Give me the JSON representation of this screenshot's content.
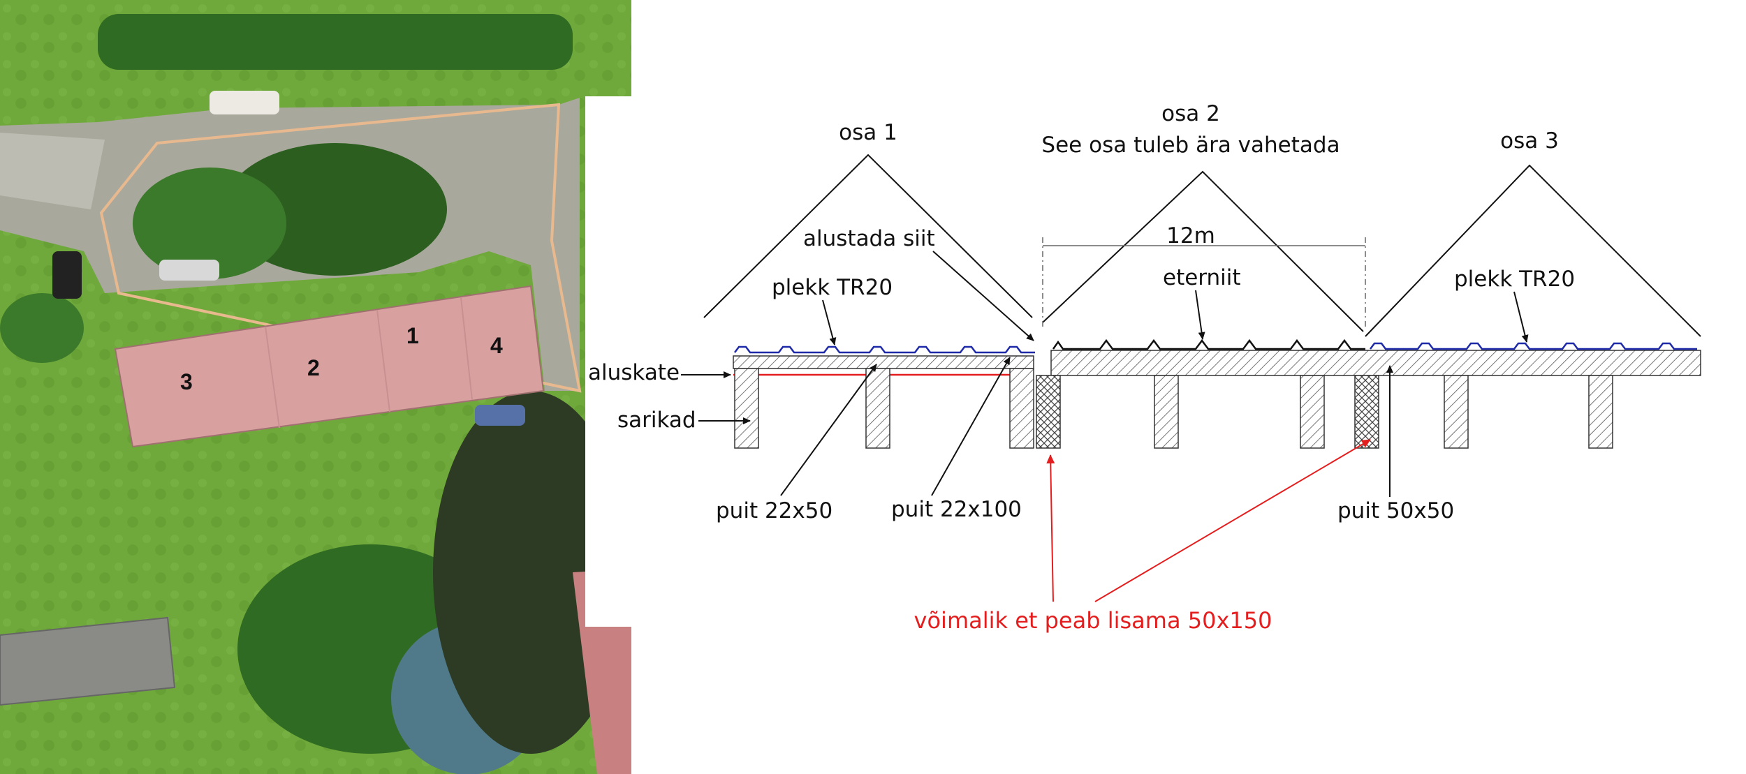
{
  "aerial": {
    "building_numbers": [
      "3",
      "2",
      "1",
      "4"
    ],
    "colors": {
      "grass": "#6ea83a",
      "roof": "#d9a0a0",
      "path": "#c9b9a3",
      "tree": "#2f6b22"
    }
  },
  "diagram": {
    "section_1": "osa 1",
    "section_2": "osa 2",
    "section_2_note": "See osa tuleb ära vahetada",
    "section_3": "osa 3",
    "start_here": "alustada siit",
    "width_dim": "12m",
    "sheet_left": "plekk TR20",
    "sheet_middle": "eterniit",
    "sheet_right": "plekk TR20",
    "underlay": "aluskate",
    "rafters": "sarikad",
    "batten_22x50": "puit 22x50",
    "batten_22x100": "puit 22x100",
    "batten_50x50": "puit 50x50",
    "add_note": "võimalik et peab lisama 50x150",
    "colors": {
      "sheet_metal": "#1f2aa8",
      "note": "#e41e1e",
      "line": "#111111"
    }
  }
}
